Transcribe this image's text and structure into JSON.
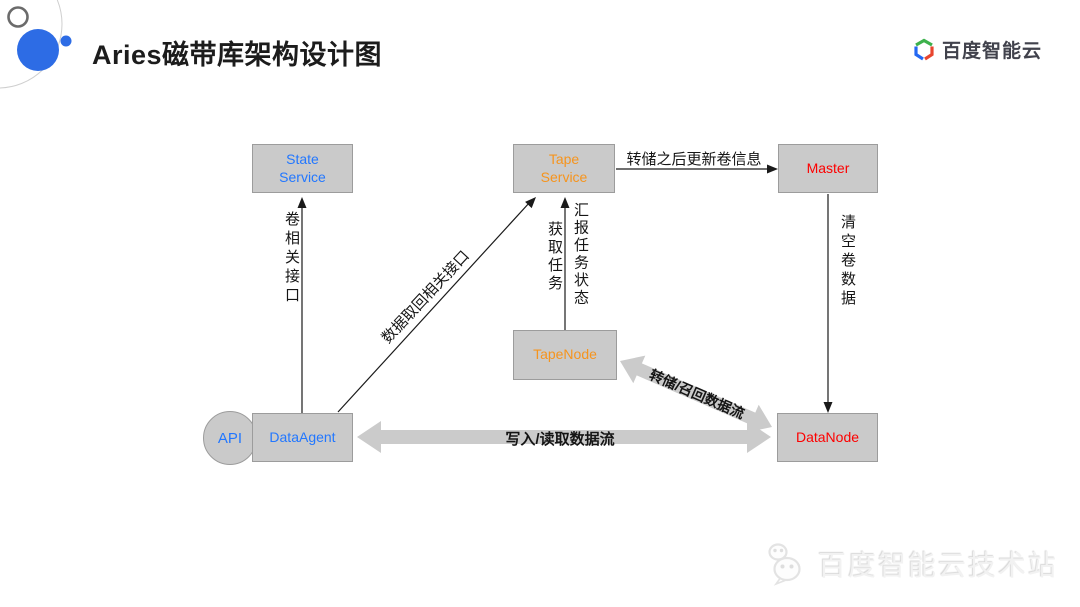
{
  "header": {
    "title": "Aries磁带库架构设计图",
    "brand": "百度智能云"
  },
  "diagram": {
    "nodes": [
      {
        "id": "state-service",
        "label": "State Service",
        "color": "#2277ff"
      },
      {
        "id": "tape-service",
        "label": "Tape Service",
        "color": "#f6941d"
      },
      {
        "id": "master",
        "label": "Master",
        "color": "#fd0000"
      },
      {
        "id": "tape-node",
        "label": "TapeNode",
        "color": "#f6941d"
      },
      {
        "id": "data-agent",
        "label": "DataAgent",
        "color": "#2277ff"
      },
      {
        "id": "data-node",
        "label": "DataNode",
        "color": "#fd0000"
      },
      {
        "id": "api",
        "label": "API",
        "color": "#2277ff"
      }
    ],
    "edges": [
      {
        "id": "volume-api",
        "label": "卷相关接口",
        "from": "DataAgent",
        "to": "State Service"
      },
      {
        "id": "data-retrieval-api",
        "label": "数据取回相关接口",
        "from": "DataAgent",
        "to": "Tape Service"
      },
      {
        "id": "fetch-task",
        "label": "获取任务",
        "from": "TapeNode",
        "to": "Tape Service"
      },
      {
        "id": "report-task-status",
        "label": "汇报任务状态",
        "from": "TapeNode",
        "to": "Tape Service"
      },
      {
        "id": "update-volume-info",
        "label": "转储之后更新卷信息",
        "from": "Tape Service",
        "to": "Master"
      },
      {
        "id": "clear-volume-data",
        "label": "清空卷数据",
        "from": "Master",
        "to": "DataNode"
      },
      {
        "id": "write-read-dataflow",
        "label": "写入/读取数据流",
        "from": "DataAgent",
        "to": "DataNode"
      },
      {
        "id": "dump-recall-dataflow",
        "label": "转储/召回数据流",
        "from": "TapeNode",
        "to": "DataNode"
      }
    ]
  },
  "watermark": {
    "text": "百度智能云技术站"
  },
  "colors": {
    "node_fill": "#cacaca",
    "node_border": "#9c9c9c",
    "blue_text": "#2277ff",
    "orange_text": "#f6941d",
    "red_text": "#fd0000",
    "edge_line": "#1a1a1a",
    "flow_arrow_fill": "#cbcbcb",
    "accent_blue": "#2d6ce5",
    "logo_green": "#3db14c",
    "logo_blue": "#2468f2",
    "logo_red": "#e8452f"
  }
}
